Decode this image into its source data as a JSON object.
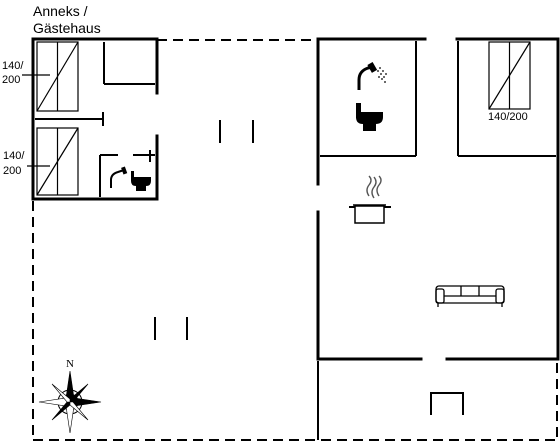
{
  "annex": {
    "title_line1": "Anneks /",
    "title_line2": "Gästehaus"
  },
  "beds": [
    {
      "width": "140/",
      "length": "200"
    },
    {
      "width": "140/",
      "length": "200"
    },
    {
      "full": "140/200"
    }
  ],
  "compass": {
    "north": "N"
  },
  "icons": [
    "bed-icon",
    "shower-icon",
    "toilet-icon",
    "kitchen-pot-icon",
    "sofa-icon",
    "compass-rose"
  ]
}
